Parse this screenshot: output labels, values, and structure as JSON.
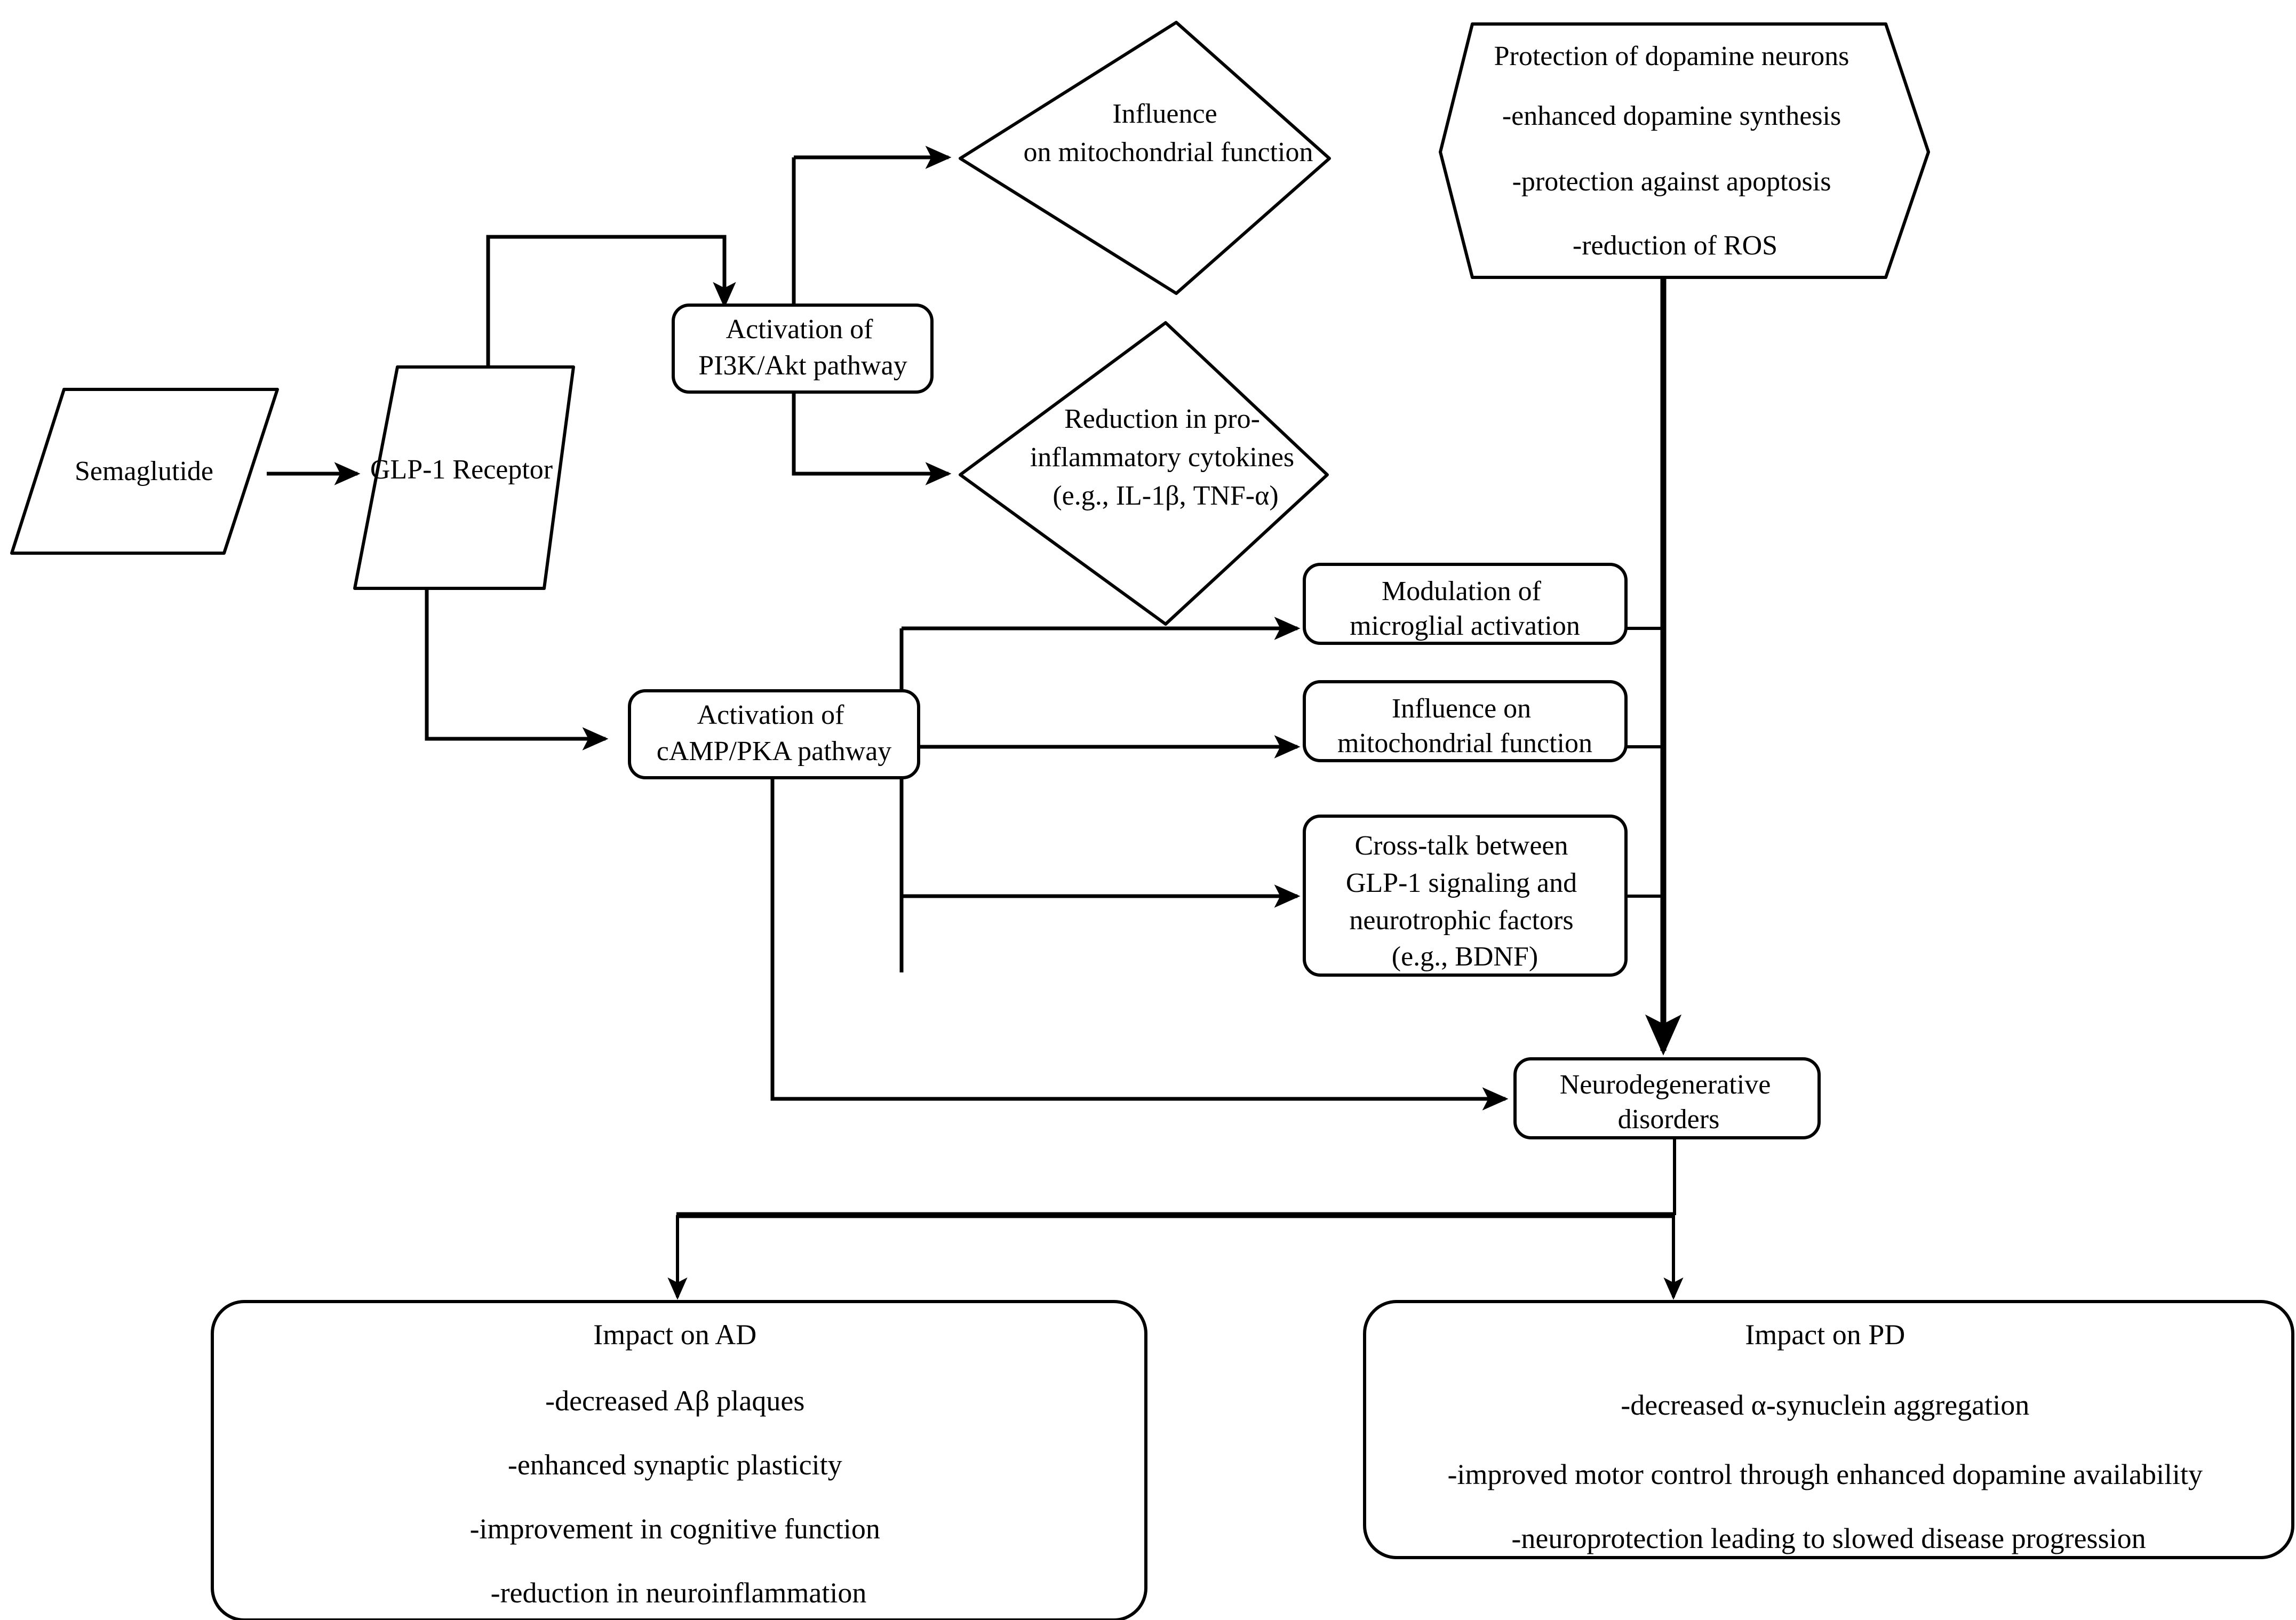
{
  "diagram": {
    "title": "Semaglutide GLP-1 receptor signaling pathways in neurodegenerative disorders",
    "colors": {
      "stroke": "#000000",
      "fill": "#ffffff",
      "text": "#000000"
    }
  },
  "nodes": {
    "semaglutide": {
      "shape": "parallelogram",
      "lines": [
        "Semaglutide"
      ]
    },
    "glp1_receptor": {
      "shape": "parallelogram",
      "lines": [
        "GLP-1 Receptor"
      ]
    },
    "pi3k_akt": {
      "shape": "rounded-rect",
      "lines": [
        "Activation of",
        "PI3K/Akt pathway"
      ]
    },
    "camp_pka": {
      "shape": "rounded-rect",
      "lines": [
        "Activation of",
        "cAMP/PKA pathway"
      ]
    },
    "mito_diamond": {
      "shape": "diamond",
      "lines": [
        "Influence",
        "on mitochondrial function"
      ]
    },
    "cytokines_diamond": {
      "shape": "diamond",
      "lines": [
        "Reduction in pro-",
        "inflammatory cytokines",
        "(e.g., IL-1β, TNF-α)"
      ]
    },
    "dopamine_hexagon": {
      "shape": "hexagon",
      "lines": [
        "Protection of dopamine neurons",
        "-enhanced dopamine synthesis",
        "-protection against apoptosis",
        "-reduction of ROS"
      ]
    },
    "microglial": {
      "shape": "rounded-rect",
      "lines": [
        "Modulation of",
        "microglial activation"
      ]
    },
    "mito_box": {
      "shape": "rounded-rect",
      "lines": [
        "Influence on",
        "mitochondrial function"
      ]
    },
    "crosstalk": {
      "shape": "rounded-rect",
      "lines": [
        "Cross-talk between",
        "GLP-1 signaling and",
        "neurotrophic factors",
        "(e.g., BDNF)"
      ]
    },
    "neurodegenerative": {
      "shape": "rounded-rect",
      "lines": [
        "Neurodegenerative",
        "disorders"
      ]
    },
    "impact_ad": {
      "shape": "rounded-rect",
      "lines": [
        "Impact on AD",
        "-decreased Aβ plaques",
        "-enhanced synaptic plasticity",
        "-improvement in cognitive function",
        "-reduction in neuroinflammation"
      ]
    },
    "impact_pd": {
      "shape": "rounded-rect",
      "lines": [
        "Impact on PD",
        "-decreased α-synuclein aggregation",
        "-improved motor control through enhanced dopamine availability",
        "-neuroprotection leading to slowed disease progression"
      ]
    }
  },
  "edges": [
    {
      "from": "semaglutide",
      "to": "glp1_receptor",
      "arrow": true
    },
    {
      "from": "glp1_receptor",
      "to": "pi3k_akt",
      "arrow": true
    },
    {
      "from": "glp1_receptor",
      "to": "camp_pka",
      "arrow": true
    },
    {
      "from": "pi3k_akt",
      "to": "mito_diamond",
      "arrow": true
    },
    {
      "from": "pi3k_akt",
      "to": "cytokines_diamond",
      "arrow": true
    },
    {
      "from": "camp_pka",
      "to": "microglial",
      "arrow": true
    },
    {
      "from": "camp_pka",
      "to": "mito_box",
      "arrow": true
    },
    {
      "from": "camp_pka",
      "to": "crosstalk",
      "arrow": true
    },
    {
      "from": "camp_pka",
      "to": "neurodegenerative",
      "arrow": true
    },
    {
      "from": "dopamine_hexagon",
      "to": "neurodegenerative",
      "arrow": true
    },
    {
      "from": "microglial",
      "to": "neurodegenerative",
      "arrow": false
    },
    {
      "from": "mito_box",
      "to": "neurodegenerative",
      "arrow": false
    },
    {
      "from": "crosstalk",
      "to": "neurodegenerative",
      "arrow": false
    },
    {
      "from": "neurodegenerative",
      "to": "impact_ad",
      "arrow": true
    },
    {
      "from": "neurodegenerative",
      "to": "impact_pd",
      "arrow": true
    }
  ]
}
